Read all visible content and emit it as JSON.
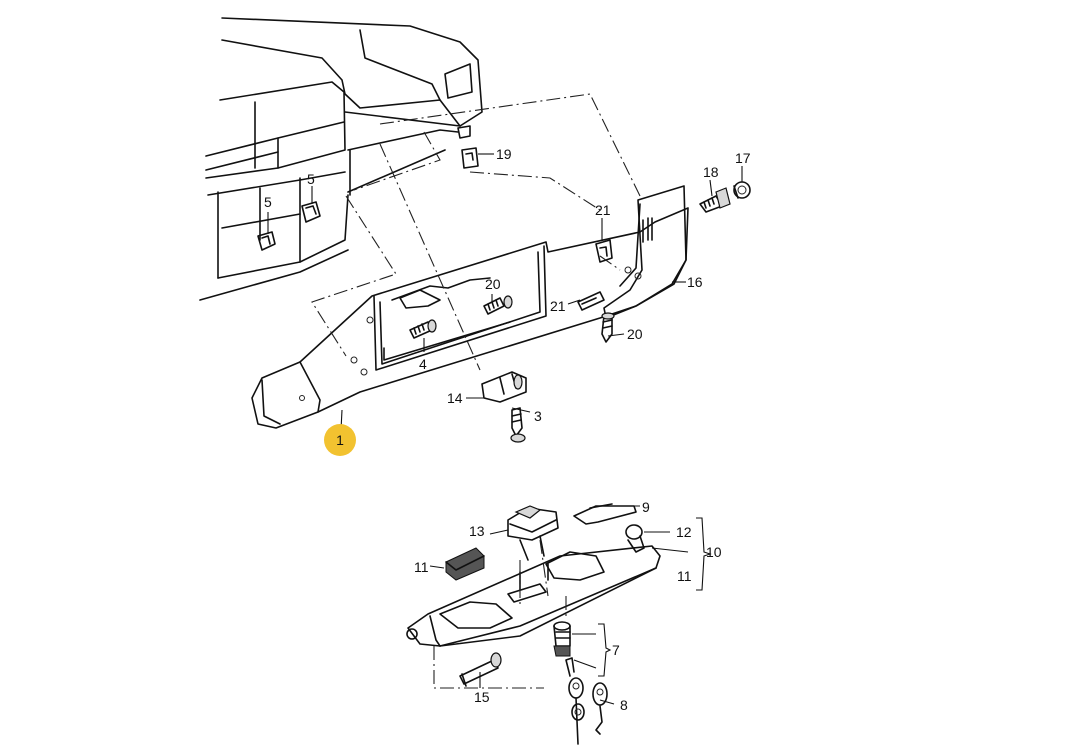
{
  "colors": {
    "highlight": "#f2c230",
    "line": "#111111",
    "background": "#ffffff"
  },
  "callouts": {
    "c1": "1",
    "c3": "3",
    "c4": "4",
    "c5a": "5",
    "c5b": "5",
    "c7": "7",
    "c8": "8",
    "c9": "9",
    "c10": "10",
    "c11a": "11",
    "c11b": "11",
    "c12": "12",
    "c13": "13",
    "c14": "14",
    "c15": "15",
    "c16": "16",
    "c17": "17",
    "c18": "18",
    "c19": "19",
    "c20a": "20",
    "c20b": "20",
    "c21a": "21",
    "c21b": "21"
  }
}
